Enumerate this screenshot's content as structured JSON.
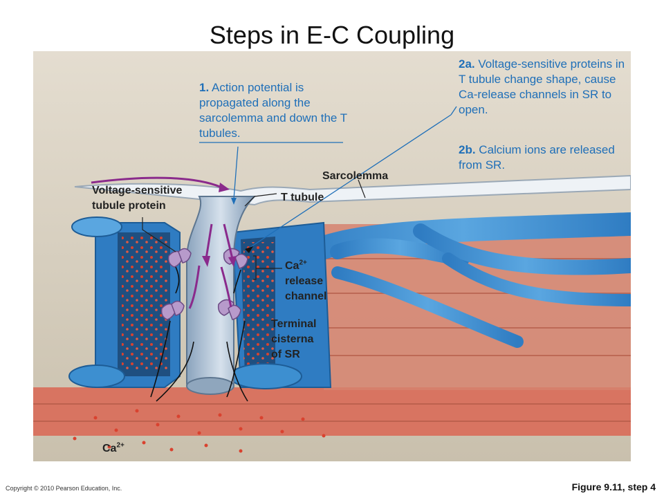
{
  "title": "Steps in E-C Coupling",
  "step1": {
    "number": "1.",
    "text": "Action potential is propagated along the sarcolemma and down the T tubules."
  },
  "step2a": {
    "number": "2a.",
    "text": "Voltage-sensitive proteins in T tubule change shape, cause Ca-release channels in SR to open."
  },
  "step2b": {
    "number": "2b.",
    "text": "Calcium ions are released from SR."
  },
  "labels": {
    "sarcolemma": "Sarcolemma",
    "t_tubule": "T tubule",
    "voltage_protein_line1": "Voltage-sensitive",
    "voltage_protein_line2": "tubule protein",
    "ca_release_base": "Ca",
    "ca_release_sup": "2+",
    "ca_release_line2": "release",
    "ca_release_line3": "channel",
    "terminal_line1": "Terminal",
    "terminal_line2": "cisterna",
    "terminal_line3": "of SR",
    "ca_base": "Ca",
    "ca_sup": "2+"
  },
  "copyright": "Copyright © 2010 Pearson Education, Inc.",
  "figure": "Figure 9.11, step 4",
  "colors": {
    "callout_text": "#1f6fb8",
    "membrane_blue": "#3d8fd0",
    "cytoplasm": "#d9d3c3",
    "myofibril": "#d87461",
    "arrow_purple": "#8a2a8c"
  }
}
